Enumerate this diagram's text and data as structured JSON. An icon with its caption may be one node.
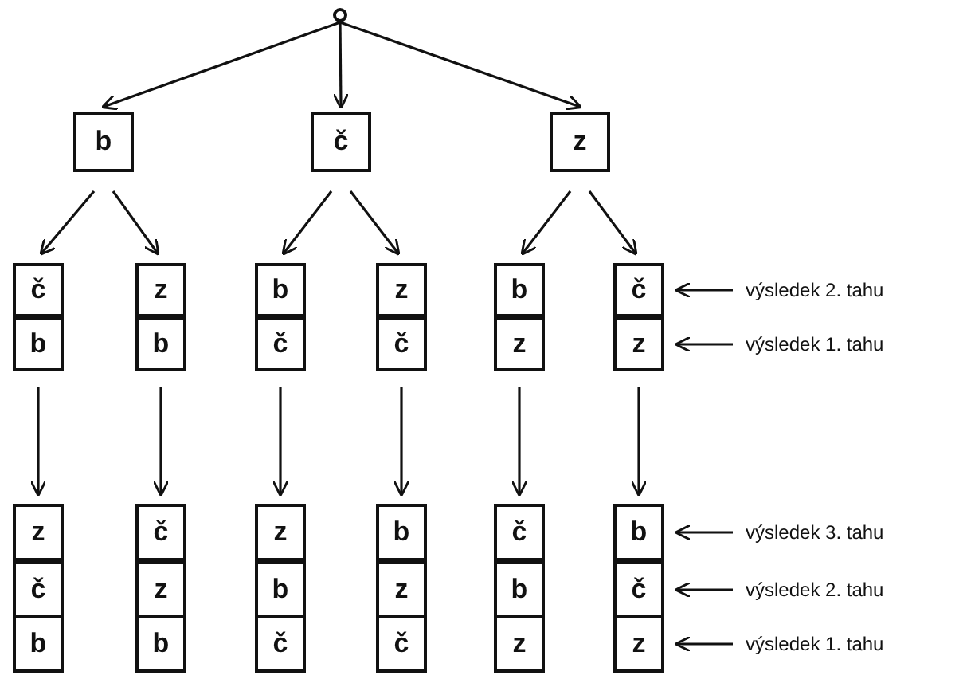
{
  "diagram": {
    "nodes": [
      {
        "text": [],
        "shape": "circle"
      },
      {
        "text": [
          "b"
        ]
      },
      {
        "text": [
          "č"
        ]
      },
      {
        "text": [
          "z"
        ]
      },
      {
        "text": [
          "č"
        ]
      },
      {
        "text": [
          "z"
        ]
      },
      {
        "text": [
          "b"
        ]
      },
      {
        "text": [
          "z"
        ]
      },
      {
        "text": [
          "b"
        ]
      },
      {
        "text": [
          "č"
        ]
      },
      {
        "text": [
          "výsledek 2. tahu"
        ]
      },
      {
        "text": [
          "b"
        ]
      },
      {
        "text": [
          "b"
        ]
      },
      {
        "text": [
          "č"
        ]
      },
      {
        "text": [
          "č"
        ]
      },
      {
        "text": [
          "z"
        ]
      },
      {
        "text": [
          "z"
        ]
      },
      {
        "text": [
          "výsledek 1. tahu"
        ]
      },
      {
        "text": [
          "z"
        ]
      },
      {
        "text": [
          "č"
        ]
      },
      {
        "text": [
          "z"
        ]
      },
      {
        "text": [
          "b"
        ]
      },
      {
        "text": [
          "č"
        ]
      },
      {
        "text": [
          "b"
        ]
      },
      {
        "text": [
          "výsledek 3. tahu"
        ]
      },
      {
        "text": [
          "č"
        ]
      },
      {
        "text": [
          "z"
        ]
      },
      {
        "text": [
          "b"
        ]
      },
      {
        "text": [
          "z"
        ]
      },
      {
        "text": [
          "b"
        ]
      },
      {
        "text": [
          "č"
        ]
      },
      {
        "text": [
          "výsledek 2. tahu"
        ]
      },
      {
        "text": [
          "b"
        ]
      },
      {
        "text": [
          "b"
        ]
      },
      {
        "text": [
          "č"
        ]
      },
      {
        "text": [
          "č"
        ]
      },
      {
        "text": [
          "z"
        ]
      },
      {
        "text": [
          "z"
        ]
      },
      {
        "text": [
          "výsledek 1. tahu"
        ]
      }
    ],
    "edges": [
      {
        "from": 0,
        "to": 1,
        "arrow": "to"
      },
      {
        "from": 0,
        "to": 2,
        "arrow": "to"
      },
      {
        "from": 0,
        "to": 3,
        "arrow": "to"
      },
      {
        "from": 1,
        "to": 4,
        "arrow": "to"
      },
      {
        "from": 1,
        "to": 5,
        "arrow": "to"
      },
      {
        "from": 2,
        "to": 6,
        "arrow": "to"
      },
      {
        "from": 2,
        "to": 7,
        "arrow": "to"
      },
      {
        "from": 3,
        "to": 8,
        "arrow": "to"
      },
      {
        "from": 3,
        "to": 9,
        "arrow": "to"
      },
      {
        "from": 11,
        "to": 18,
        "arrow": "to"
      },
      {
        "from": 12,
        "to": 19,
        "arrow": "to"
      },
      {
        "from": 13,
        "to": 20,
        "arrow": "to"
      },
      {
        "from": 14,
        "to": 21,
        "arrow": "to"
      },
      {
        "from": 15,
        "to": 22,
        "arrow": "to"
      },
      {
        "from": 16,
        "to": 23,
        "arrow": "to"
      },
      {
        "from": 10,
        "to": 9,
        "arrow": "to"
      },
      {
        "from": 17,
        "to": 16,
        "arrow": "to"
      },
      {
        "from": 24,
        "to": 23,
        "arrow": "to"
      },
      {
        "from": 31,
        "to": 30,
        "arrow": "to"
      },
      {
        "from": 38,
        "to": 37,
        "arrow": "to"
      }
    ]
  }
}
